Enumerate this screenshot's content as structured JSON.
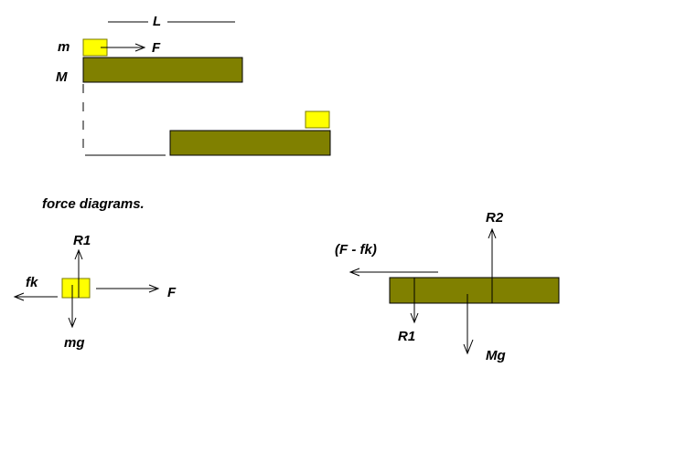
{
  "colors": {
    "slab": "#808000",
    "block": "#ffff00",
    "line": "#000000",
    "background": "#ffffff"
  },
  "setup": {
    "length_label": "L",
    "small_mass_label": "m",
    "large_mass_label": "M",
    "applied_force_label": "F"
  },
  "caption": "force diagrams.",
  "small_block_fbd": {
    "normal_label": "R1",
    "friction_label": "fk",
    "applied_label": "F",
    "weight_label": "mg"
  },
  "large_block_fbd": {
    "normal_label": "R2",
    "net_force_label": "(F - fk)",
    "reaction_label": "R1",
    "weight_label": "Mg"
  }
}
